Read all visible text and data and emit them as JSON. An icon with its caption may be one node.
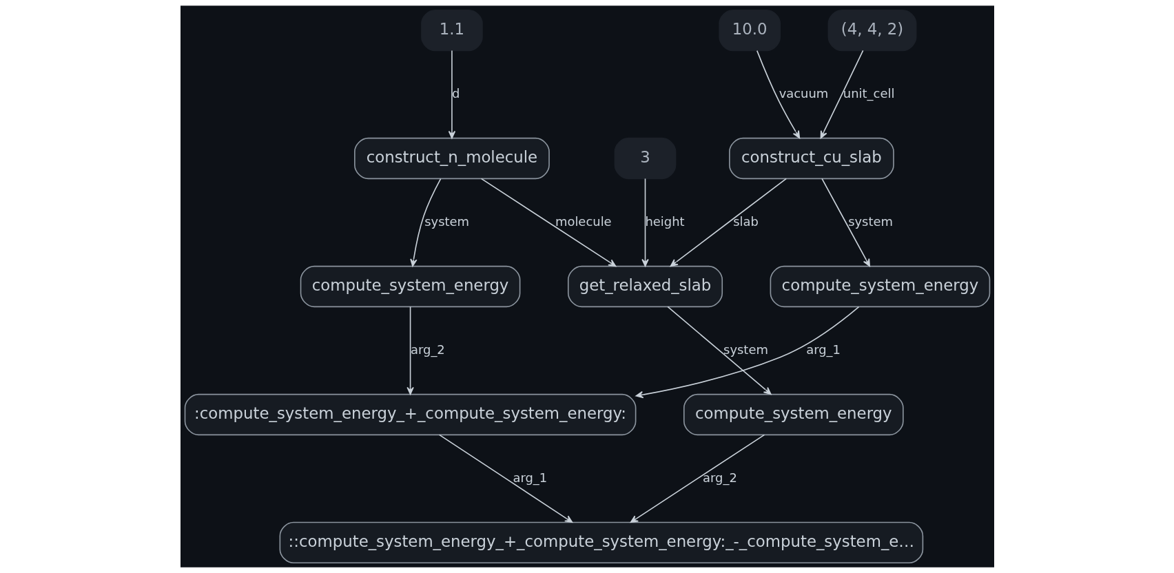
{
  "diagram": {
    "nodes": [
      {
        "text": [
          "1.1"
        ]
      },
      {
        "text": [
          "(4, 4, 2)"
        ]
      },
      {
        "text": [
          "10.0"
        ]
      },
      {
        "text": [
          "construct_n_molecule"
        ]
      },
      {
        "text": [
          "construct_cu_slab"
        ]
      },
      {
        "text": [
          "3"
        ]
      },
      {
        "text": [
          "compute_system_energy"
        ]
      },
      {
        "text": [
          "compute_system_energy"
        ]
      },
      {
        "text": [
          "get_relaxed_slab"
        ]
      },
      {
        "text": [
          ":compute_system_energy_+_compute_system_energy:"
        ]
      },
      {
        "text": [
          "compute_system_energy"
        ]
      },
      {
        "text": [
          "::compute_system_energy_+_compute_system_energy:_-_compute_system_e…"
        ]
      }
    ],
    "edges": [
      {
        "from": 0,
        "to": 3,
        "arrow": "to",
        "label": "d"
      },
      {
        "from": 1,
        "to": 4,
        "arrow": "to",
        "label": "unit_cell"
      },
      {
        "from": 2,
        "to": 4,
        "arrow": "to",
        "label": "vacuum"
      },
      {
        "from": 3,
        "to": 6,
        "arrow": "to",
        "label": "system"
      },
      {
        "from": 3,
        "to": 8,
        "arrow": "to",
        "label": "molecule"
      },
      {
        "from": 4,
        "to": 7,
        "arrow": "to",
        "label": "system"
      },
      {
        "from": 4,
        "to": 8,
        "arrow": "to",
        "label": "slab"
      },
      {
        "from": 5,
        "to": 8,
        "arrow": "to",
        "label": "height"
      },
      {
        "from": 6,
        "to": 9,
        "arrow": "to",
        "label": "arg_2"
      },
      {
        "from": 7,
        "to": 9,
        "arrow": "to",
        "label": "arg_1"
      },
      {
        "from": 8,
        "to": 10,
        "arrow": "to",
        "label": "system"
      },
      {
        "from": 9,
        "to": 11,
        "arrow": "to",
        "label": "arg_1"
      },
      {
        "from": 10,
        "to": 11,
        "arrow": "to",
        "label": "arg_2"
      }
    ]
  }
}
